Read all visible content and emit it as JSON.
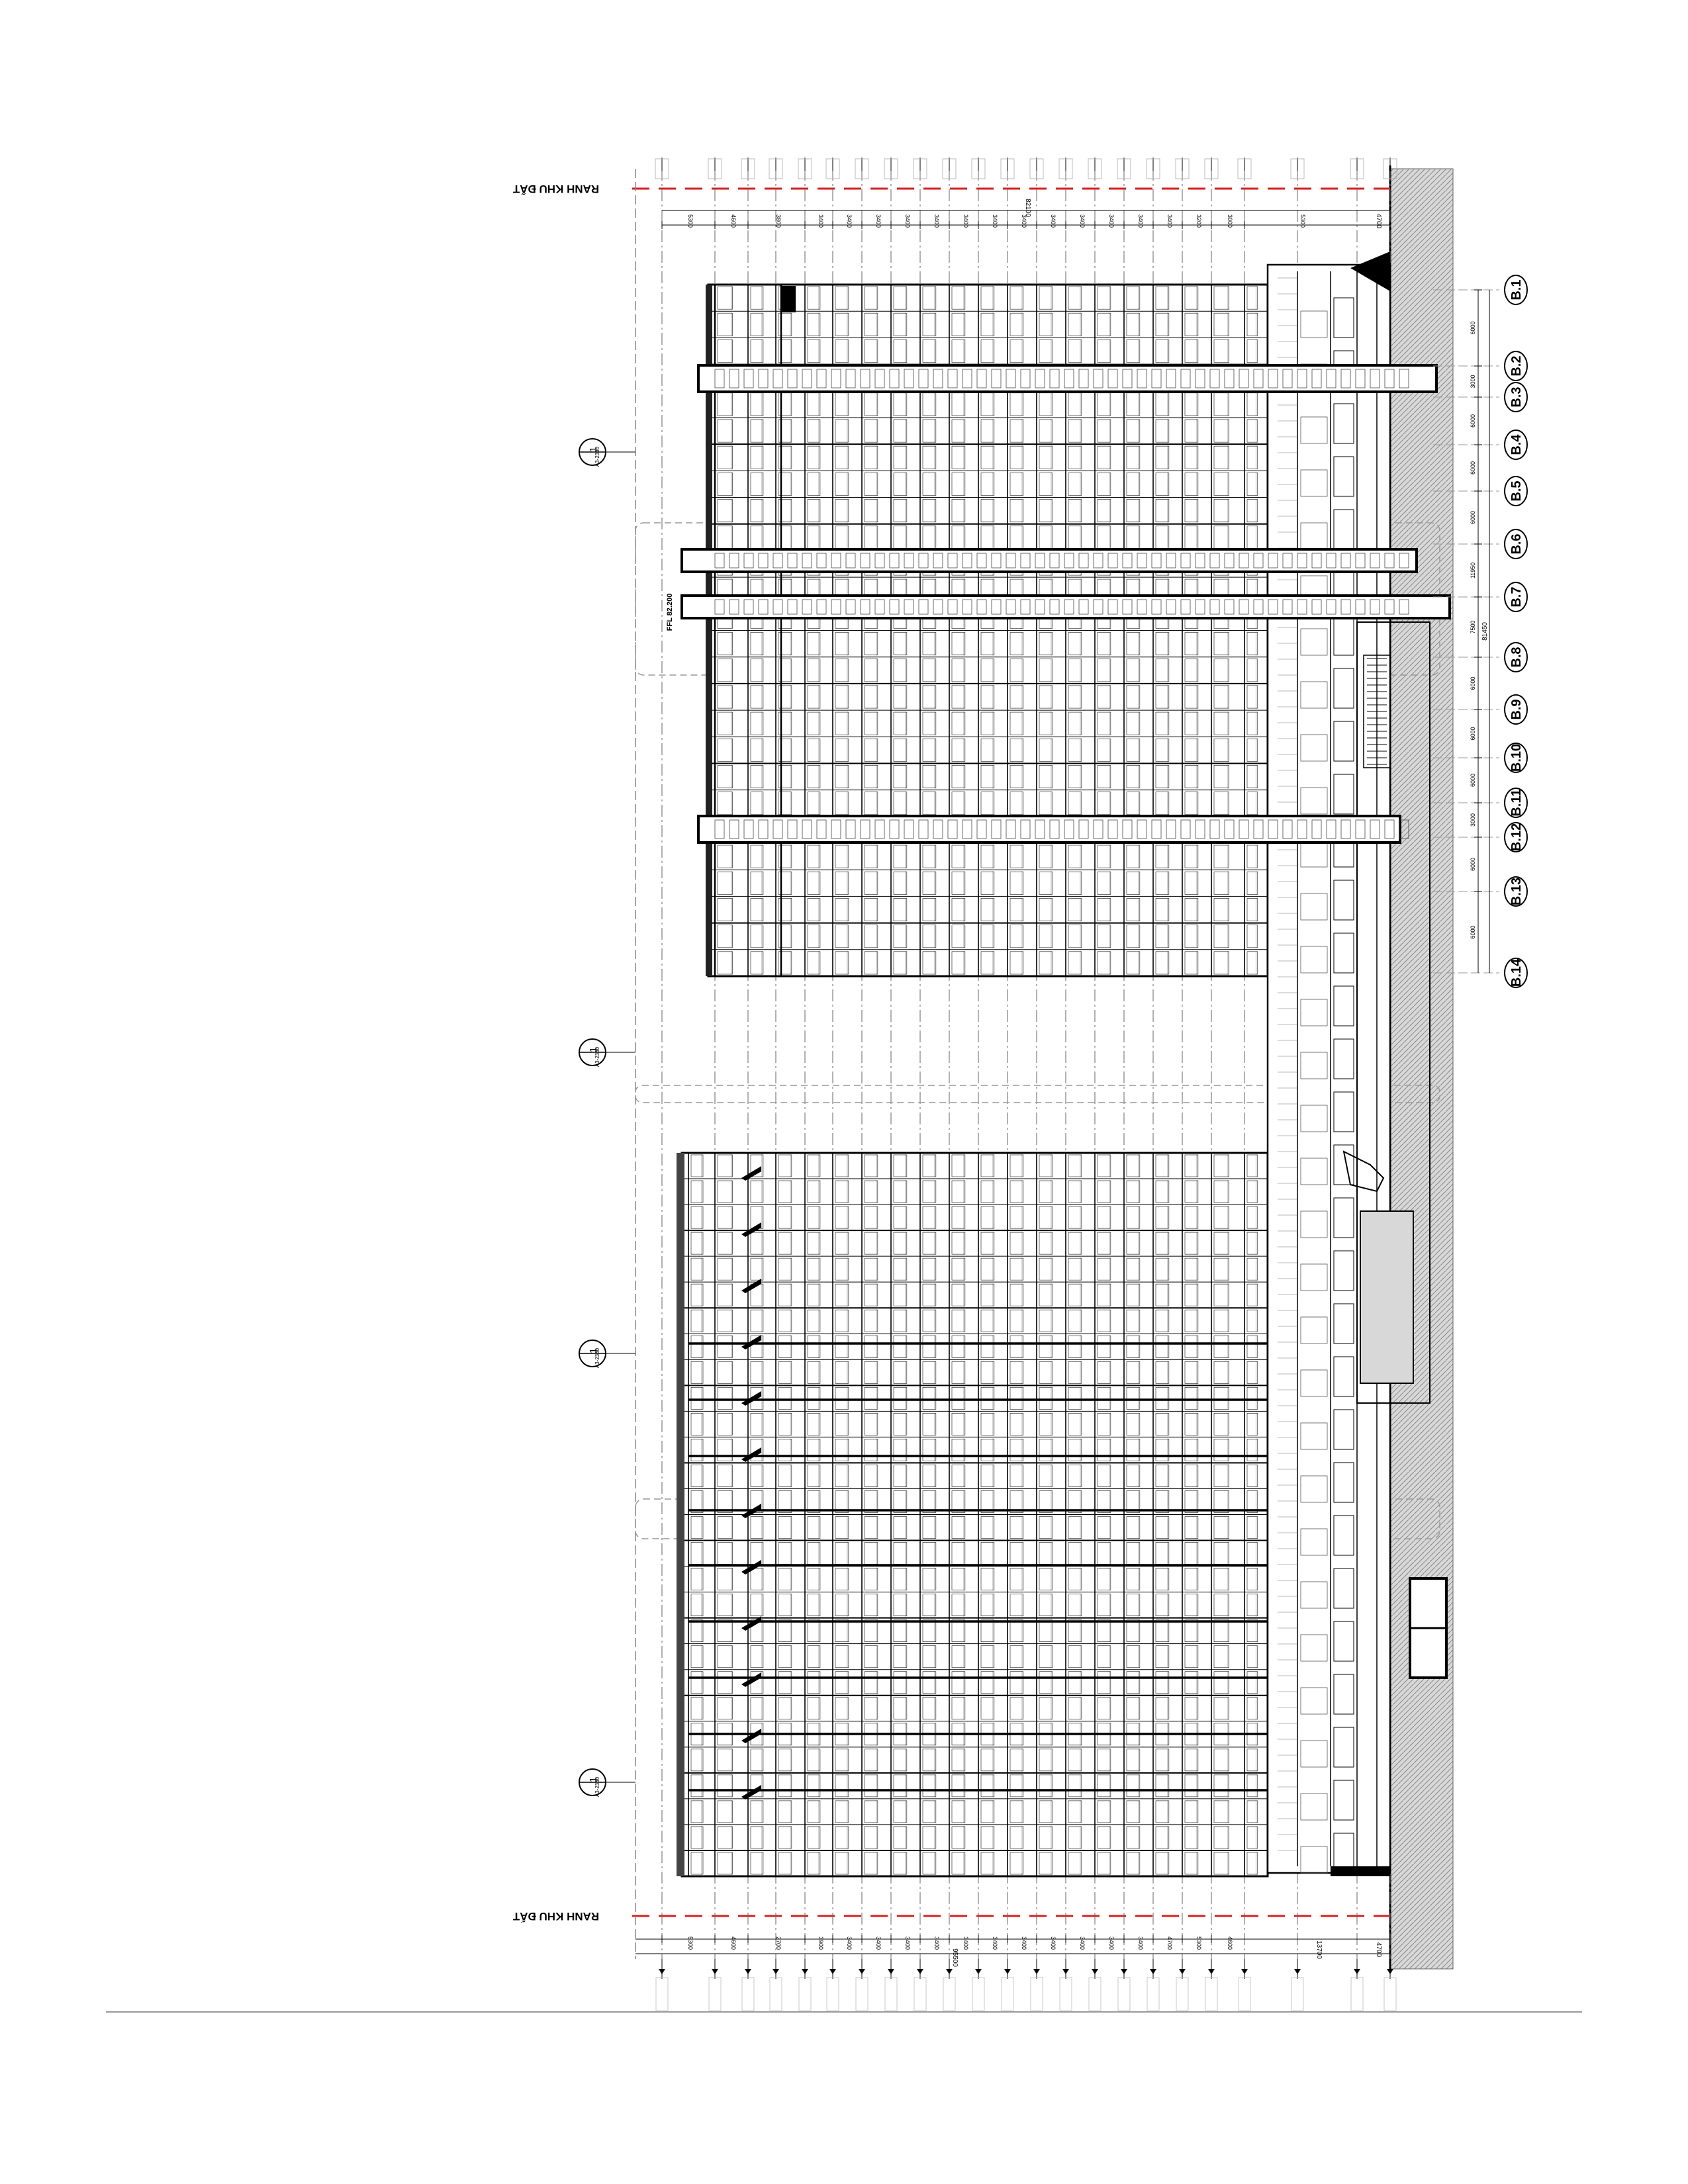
{
  "drawing": {
    "boundary_label": "RANH KHU ĐẤT",
    "grid_labels": [
      "B.1",
      "B.2",
      "B.3",
      "B.4",
      "B.5",
      "B.6",
      "B.7",
      "B.8",
      "B.9",
      "B.10",
      "B.11",
      "B.12",
      "B.13",
      "B.14"
    ],
    "grid_spacings": [
      "6000",
      "3000",
      "6000",
      "6000",
      "6000",
      "11950",
      "7500",
      "6000",
      "6000",
      "6000",
      "3000",
      "6000",
      "6000"
    ],
    "grid_spacing_total": "81450",
    "top_overall_dim": "82100",
    "bottom_overall_dim": "95500",
    "top_right_dim": "4700",
    "bottom_left_dim": "13700",
    "bottom_right_dim": "4700",
    "ffl_tag": "FFL 82.200",
    "section_marker": {
      "number": "1",
      "sheet": "A3-2330"
    },
    "top_floor_dims": [
      "3000",
      "3200",
      "3400",
      "3400",
      "3400",
      "3400",
      "3400",
      "3400",
      "3400",
      "3400",
      "3400",
      "3400",
      "3400",
      "3400",
      "3400",
      "3800",
      "4600",
      "5300"
    ],
    "bottom_floor_dims": [
      "4700",
      "3400",
      "3400",
      "3400",
      "3400",
      "3400",
      "3400",
      "3400",
      "3400",
      "3400",
      "3400",
      "3400",
      "3900",
      "2700",
      "4600",
      "5300"
    ],
    "colors": {
      "line": "#000000",
      "boundary": "#d62020",
      "hatch": "#555555",
      "paper": "#ffffff"
    }
  }
}
